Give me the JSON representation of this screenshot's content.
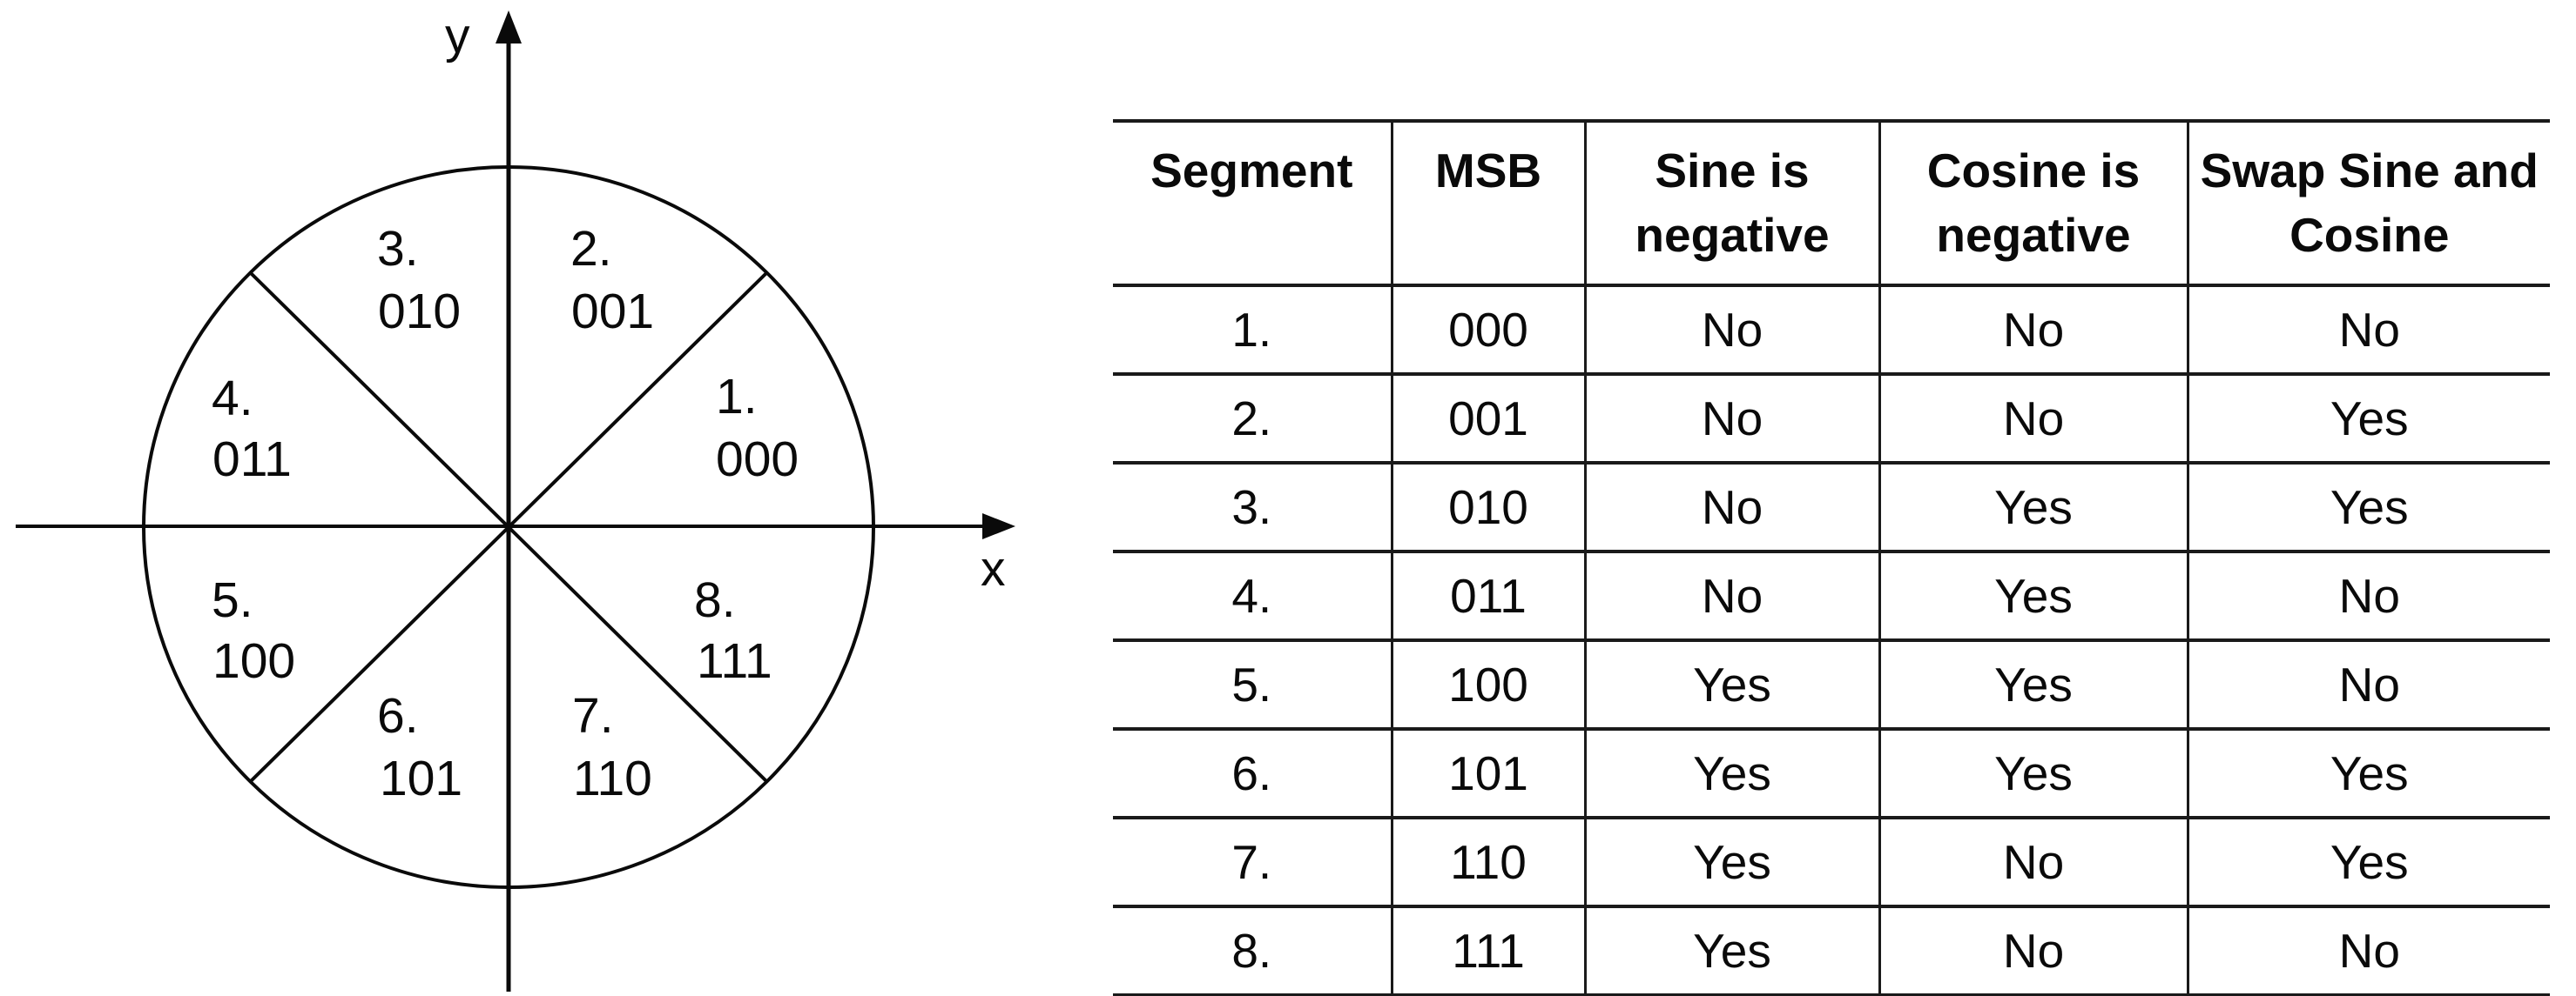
{
  "diagram": {
    "x_axis_label": "x",
    "y_axis_label": "y",
    "segments": [
      {
        "number": "1.",
        "code": "000"
      },
      {
        "number": "2.",
        "code": "001"
      },
      {
        "number": "3.",
        "code": "010"
      },
      {
        "number": "4.",
        "code": "011"
      },
      {
        "number": "5.",
        "code": "100"
      },
      {
        "number": "6.",
        "code": "101"
      },
      {
        "number": "7.",
        "code": "110"
      },
      {
        "number": "8.",
        "code": "111"
      }
    ]
  },
  "table": {
    "headers": {
      "segment": "Segment",
      "msb": "MSB",
      "sine": "Sine is negative",
      "cosine": "Cosine is negative",
      "swap": "Swap Sine and Cosine"
    },
    "rows": [
      {
        "segment": "1.",
        "msb": "000",
        "sine": "No",
        "cosine": "No",
        "swap": "No"
      },
      {
        "segment": "2.",
        "msb": "001",
        "sine": "No",
        "cosine": "No",
        "swap": "Yes"
      },
      {
        "segment": "3.",
        "msb": "010",
        "sine": "No",
        "cosine": "Yes",
        "swap": "Yes"
      },
      {
        "segment": "4.",
        "msb": "011",
        "sine": "No",
        "cosine": "Yes",
        "swap": "No"
      },
      {
        "segment": "5.",
        "msb": "100",
        "sine": "Yes",
        "cosine": "Yes",
        "swap": "No"
      },
      {
        "segment": "6.",
        "msb": "101",
        "sine": "Yes",
        "cosine": "Yes",
        "swap": "Yes"
      },
      {
        "segment": "7.",
        "msb": "110",
        "sine": "Yes",
        "cosine": "No",
        "swap": "Yes"
      },
      {
        "segment": "8.",
        "msb": "111",
        "sine": "Yes",
        "cosine": "No",
        "swap": "No"
      }
    ]
  }
}
